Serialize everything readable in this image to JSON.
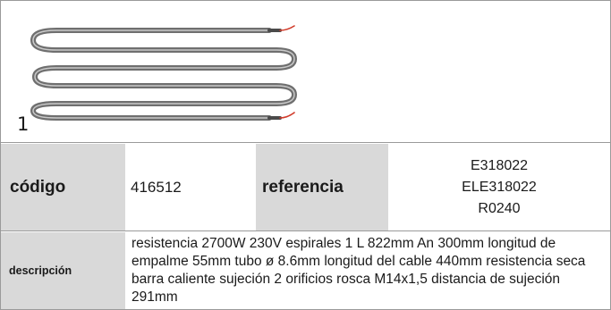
{
  "image": {
    "item_number": "1",
    "colors": {
      "element_sheath": "#6f6f6f",
      "element_highlight": "#c9c9c9",
      "wire_tip": "#d13b2a"
    }
  },
  "fields": {
    "codigo_label": "código",
    "codigo_value": "416512",
    "referencia_label": "referencia",
    "referencia_values": [
      "E318022",
      "ELE318022",
      "R0240"
    ],
    "descripcion_label": "descripción",
    "descripcion_value": "resistencia 2700W 230V espirales 1 L 822mm An 300mm longitud de empalme 55mm tubo ø 8.6mm longitud del cable 440mm resistencia seca barra caliente sujeción 2 orificios rosca M14x1,5 distancia de sujeción 291mm"
  },
  "colors": {
    "label_bg": "#d9d9d9",
    "border": "#9a9a9a"
  }
}
